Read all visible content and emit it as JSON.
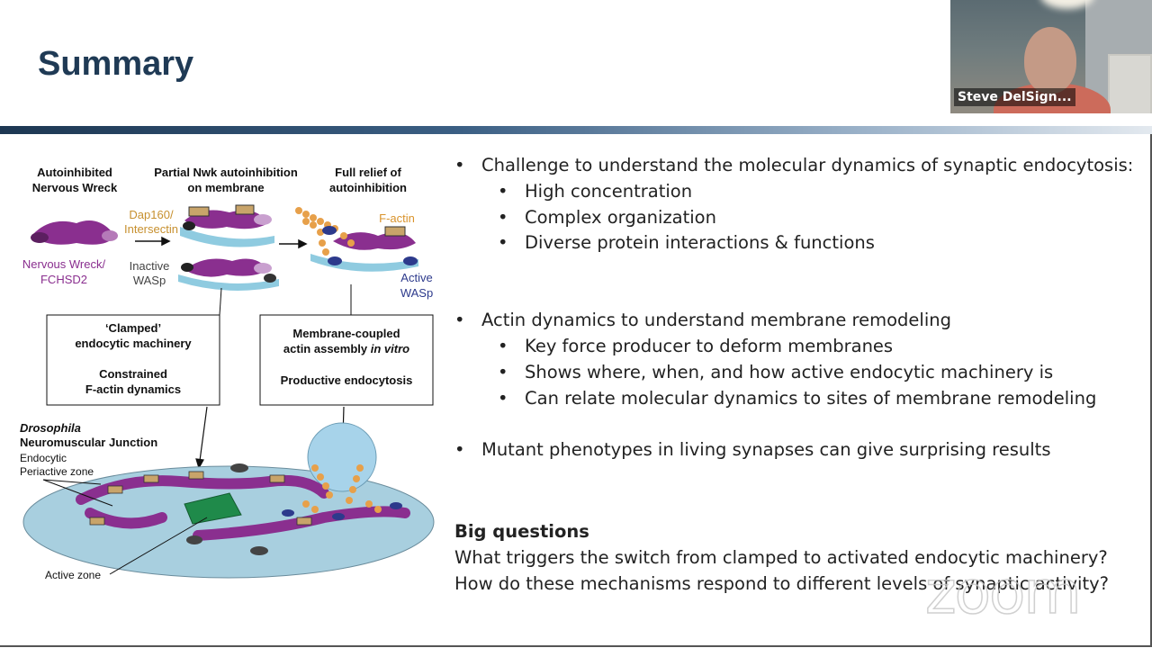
{
  "slide": {
    "title": "Summary",
    "figure": {
      "col1_title": [
        "Autoinhibited",
        "Nervous Wreck"
      ],
      "col2_title": [
        "Partial Nwk autoinhibition",
        "on membrane"
      ],
      "col3_title": [
        "Full relief of",
        "autoinhibition"
      ],
      "dap160": [
        "Dap160/",
        "Intersectin"
      ],
      "nwk": [
        "Nervous Wreck/",
        "FCHSD2"
      ],
      "inactive_wasp": [
        "Inactive",
        "WASp"
      ],
      "factin": "F-actin",
      "active_wasp": [
        "Active",
        "WASp"
      ],
      "box1": [
        "‘Clamped’",
        "endocytic machinery",
        "",
        "Constrained",
        "F-actin dynamics"
      ],
      "box2_line1": "Membrane-coupled",
      "box2_line2a": "actin assembly ",
      "box2_line2b": "in vitro",
      "box2_line3": "Productive endocytosis",
      "nmj_italic": "Drosophila",
      "nmj": "Neuromuscular Junction",
      "endocytic": [
        "Endocytic",
        "Periactive zone"
      ],
      "active_zone": "Active zone"
    },
    "bullets": [
      {
        "text": "Challenge to understand the molecular dynamics of synaptic endocytosis:",
        "sub": [
          "High concentration",
          "Complex organization",
          "Diverse protein interactions & functions"
        ]
      },
      {
        "text": "Actin dynamics to understand membrane remodeling",
        "sub": [
          "Key force producer to deform membranes",
          "Shows where, when, and how active endocytic machinery is",
          "Can relate molecular dynamics to sites of membrane remodeling"
        ]
      },
      {
        "text": "Mutant phenotypes in living synapses can give surprising results",
        "sub": []
      }
    ],
    "big_questions": {
      "heading": "Big questions",
      "lines": [
        "What triggers the switch from clamped to activated endocytic machinery?",
        "How do these mechanisms respond to different levels of synaptic activity?"
      ]
    }
  },
  "video": {
    "participant_name": "Steve DelSign..."
  },
  "watermark": "zoom",
  "colors": {
    "title": "#1f3a55",
    "nwk": "#8a2f8f",
    "factin": "#d9932b",
    "wasp": "#2d3a8c"
  }
}
